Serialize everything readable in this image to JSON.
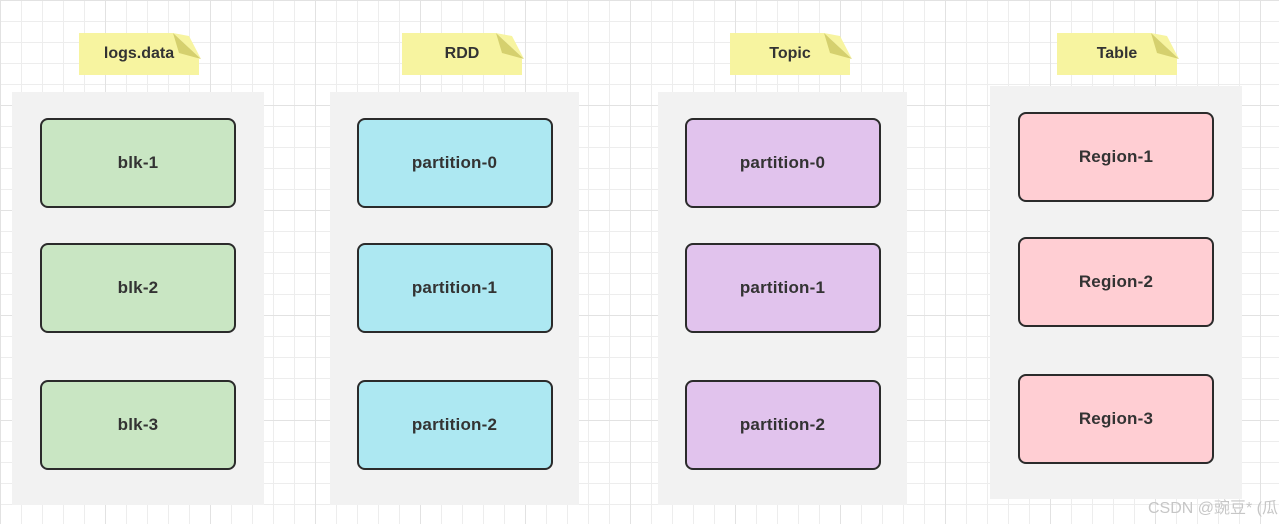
{
  "board": {
    "background": "#FFFFFF",
    "grid_minor": "#EDEDED",
    "grid_major": "#E2E2E2",
    "panel_fill": "#F2F2F2",
    "box_border": "#2B2B2B",
    "label_color": "#333333"
  },
  "sticky_note": {
    "fill": "#F7F4A0",
    "fold": "#D5D06E"
  },
  "columns": [
    {
      "label": "logs.data",
      "fill": "#C9E6C3",
      "items": [
        "blk-1",
        "blk-2",
        "blk-3"
      ]
    },
    {
      "label": "RDD",
      "fill": "#ADE8F2",
      "items": [
        "partition-0",
        "partition-1",
        "partition-2"
      ]
    },
    {
      "label": "Topic",
      "fill": "#E1C3ED",
      "items": [
        "partition-0",
        "partition-1",
        "partition-2"
      ]
    },
    {
      "label": "Table",
      "fill": "#FFCED3",
      "items": [
        "Region-1",
        "Region-2",
        "Region-3"
      ]
    }
  ],
  "watermark": {
    "text": "CSDN @豌豆* (瓜"
  }
}
